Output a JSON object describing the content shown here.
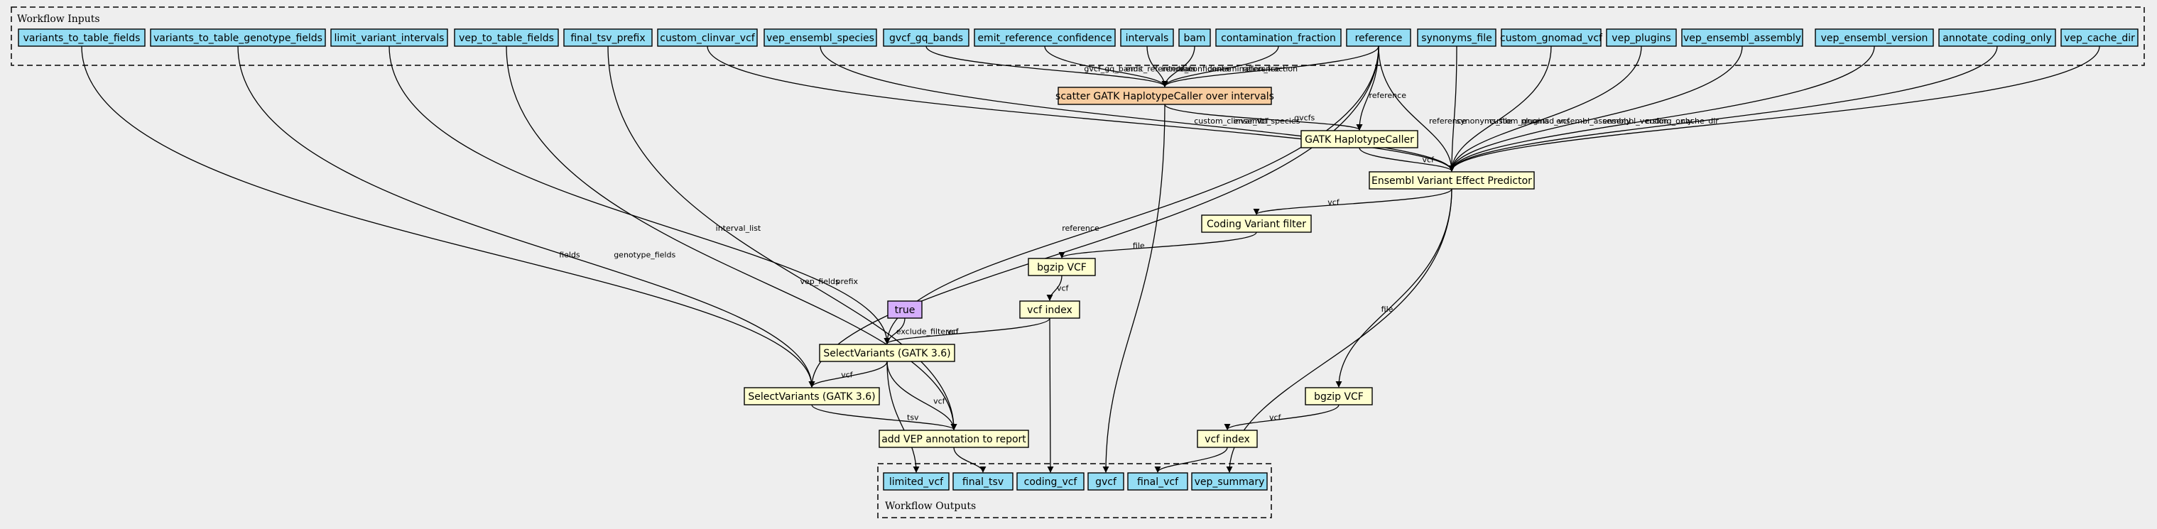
{
  "colors": {
    "input": "#94ddf4",
    "output": "#94ddf4",
    "step": "#ffffd0",
    "scatter": "#f8cda0",
    "constant": "#d5aefc",
    "background": "#eeeeee"
  },
  "clusters": {
    "inputs_label": "Workflow Inputs",
    "outputs_label": "Workflow Outputs"
  },
  "nodes": [
    {
      "id": "variants_to_table_fields",
      "label": "variants_to_table_fields",
      "kind": "input"
    },
    {
      "id": "variants_to_table_genotype_fields",
      "label": "variants_to_table_genotype_fields",
      "kind": "input"
    },
    {
      "id": "limit_variant_intervals",
      "label": "limit_variant_intervals",
      "kind": "input"
    },
    {
      "id": "vep_to_table_fields",
      "label": "vep_to_table_fields",
      "kind": "input"
    },
    {
      "id": "final_tsv_prefix",
      "label": "final_tsv_prefix",
      "kind": "input"
    },
    {
      "id": "custom_clinvar_vcf",
      "label": "custom_clinvar_vcf",
      "kind": "input"
    },
    {
      "id": "vep_ensembl_species",
      "label": "vep_ensembl_species",
      "kind": "input"
    },
    {
      "id": "gvcf_gq_bands",
      "label": "gvcf_gq_bands",
      "kind": "input"
    },
    {
      "id": "emit_reference_confidence",
      "label": "emit_reference_confidence",
      "kind": "input"
    },
    {
      "id": "intervals",
      "label": "intervals",
      "kind": "input"
    },
    {
      "id": "bam",
      "label": "bam",
      "kind": "input"
    },
    {
      "id": "contamination_fraction",
      "label": "contamination_fraction",
      "kind": "input"
    },
    {
      "id": "reference",
      "label": "reference",
      "kind": "input"
    },
    {
      "id": "synonyms_file",
      "label": "synonyms_file",
      "kind": "input"
    },
    {
      "id": "custom_gnomad_vcf",
      "label": "custom_gnomad_vcf",
      "kind": "input"
    },
    {
      "id": "vep_plugins",
      "label": "vep_plugins",
      "kind": "input"
    },
    {
      "id": "vep_ensembl_assembly",
      "label": "vep_ensembl_assembly",
      "kind": "input"
    },
    {
      "id": "vep_ensembl_version",
      "label": "vep_ensembl_version",
      "kind": "input"
    },
    {
      "id": "annotate_coding_only",
      "label": "annotate_coding_only",
      "kind": "input"
    },
    {
      "id": "vep_cache_dir",
      "label": "vep_cache_dir",
      "kind": "input"
    },
    {
      "id": "scatter_hc",
      "label": "scatter GATK HaplotypeCaller over intervals",
      "kind": "scatter"
    },
    {
      "id": "gatk_hc",
      "label": "GATK HaplotypeCaller",
      "kind": "step"
    },
    {
      "id": "vep",
      "label": "Ensembl Variant Effect Predictor",
      "kind": "step"
    },
    {
      "id": "coding_filter",
      "label": "Coding Variant filter",
      "kind": "step"
    },
    {
      "id": "bgzip1",
      "label": "bgzip VCF",
      "kind": "step"
    },
    {
      "id": "vcf_index1",
      "label": "vcf index",
      "kind": "step"
    },
    {
      "id": "true_const",
      "label": "true",
      "kind": "constant"
    },
    {
      "id": "select1",
      "label": "SelectVariants (GATK 3.6)",
      "kind": "step"
    },
    {
      "id": "select2",
      "label": "SelectVariants (GATK 3.6)",
      "kind": "step"
    },
    {
      "id": "add_vep",
      "label": "add VEP annotation to report",
      "kind": "step"
    },
    {
      "id": "bgzip2",
      "label": "bgzip VCF",
      "kind": "step"
    },
    {
      "id": "vcf_index2",
      "label": "vcf index",
      "kind": "step"
    },
    {
      "id": "limited_vcf",
      "label": "limited_vcf",
      "kind": "output"
    },
    {
      "id": "final_tsv",
      "label": "final_tsv",
      "kind": "output"
    },
    {
      "id": "coding_vcf",
      "label": "coding_vcf",
      "kind": "output"
    },
    {
      "id": "gvcf",
      "label": "gvcf",
      "kind": "output"
    },
    {
      "id": "final_vcf",
      "label": "final_vcf",
      "kind": "output"
    },
    {
      "id": "vep_summary",
      "label": "vep_summary",
      "kind": "output"
    }
  ],
  "edges": [
    {
      "from": "gvcf_gq_bands",
      "to": "scatter_hc",
      "label": "gvcf_gq_bands"
    },
    {
      "from": "emit_reference_confidence",
      "to": "scatter_hc",
      "label": "emit_reference_confidence"
    },
    {
      "from": "intervals",
      "to": "scatter_hc",
      "label": "intervals"
    },
    {
      "from": "bam",
      "to": "scatter_hc",
      "label": "bam"
    },
    {
      "from": "contamination_fraction",
      "to": "scatter_hc",
      "label": "contamination_fraction"
    },
    {
      "from": "reference",
      "to": "scatter_hc",
      "label": "reference"
    },
    {
      "from": "scatter_hc",
      "to": "gatk_hc",
      "label": "gvcfs"
    },
    {
      "from": "reference",
      "to": "gatk_hc",
      "label": "reference"
    },
    {
      "from": "scatter_hc",
      "to": "gvcf",
      "label": ""
    },
    {
      "from": "custom_clinvar_vcf",
      "to": "vep",
      "label": "custom_clinvar_vcf"
    },
    {
      "from": "vep_ensembl_species",
      "to": "vep",
      "label": "ensembl_species"
    },
    {
      "from": "reference",
      "to": "vep",
      "label": "reference"
    },
    {
      "from": "synonyms_file",
      "to": "vep",
      "label": "synonyms_file"
    },
    {
      "from": "custom_gnomad_vcf",
      "to": "vep",
      "label": "custom_gnomad_vcf"
    },
    {
      "from": "vep_plugins",
      "to": "vep",
      "label": "plugins"
    },
    {
      "from": "vep_ensembl_assembly",
      "to": "vep",
      "label": "ensembl_assembly"
    },
    {
      "from": "vep_ensembl_version",
      "to": "vep",
      "label": "ensembl_version"
    },
    {
      "from": "annotate_coding_only",
      "to": "vep",
      "label": "coding_only"
    },
    {
      "from": "vep_cache_dir",
      "to": "vep",
      "label": "cache_dir"
    },
    {
      "from": "gatk_hc",
      "to": "vep",
      "label": "vcf"
    },
    {
      "from": "vep",
      "to": "coding_filter",
      "label": "vcf"
    },
    {
      "from": "vep",
      "to": "bgzip2",
      "label": "file"
    },
    {
      "from": "vep",
      "to": "vep_summary",
      "label": ""
    },
    {
      "from": "coding_filter",
      "to": "bgzip1",
      "label": "file"
    },
    {
      "from": "bgzip1",
      "to": "vcf_index1",
      "label": "vcf"
    },
    {
      "from": "vcf_index1",
      "to": "select1",
      "label": "vcf"
    },
    {
      "from": "vcf_index1",
      "to": "coding_vcf",
      "label": ""
    },
    {
      "from": "true_const",
      "to": "select1",
      "label": "exclude_filtered"
    },
    {
      "from": "limit_variant_intervals",
      "to": "select1",
      "label": "interval_list"
    },
    {
      "from": "reference",
      "to": "select1",
      "label": "reference"
    },
    {
      "from": "reference",
      "to": "select2",
      "label": ""
    },
    {
      "from": "variants_to_table_fields",
      "to": "select2",
      "label": "fields"
    },
    {
      "from": "variants_to_table_genotype_fields",
      "to": "select2",
      "label": "genotype_fields"
    },
    {
      "from": "select1",
      "to": "select2",
      "label": "vcf"
    },
    {
      "from": "select1",
      "to": "add_vep",
      "label": "vcf"
    },
    {
      "from": "select1",
      "to": "limited_vcf",
      "label": ""
    },
    {
      "from": "select2",
      "to": "add_vep",
      "label": "tsv"
    },
    {
      "from": "vep_to_table_fields",
      "to": "add_vep",
      "label": "vep_fields"
    },
    {
      "from": "final_tsv_prefix",
      "to": "add_vep",
      "label": "prefix"
    },
    {
      "from": "add_vep",
      "to": "final_tsv",
      "label": ""
    },
    {
      "from": "bgzip2",
      "to": "vcf_index2",
      "label": "vcf"
    },
    {
      "from": "vcf_index2",
      "to": "final_vcf",
      "label": ""
    }
  ]
}
